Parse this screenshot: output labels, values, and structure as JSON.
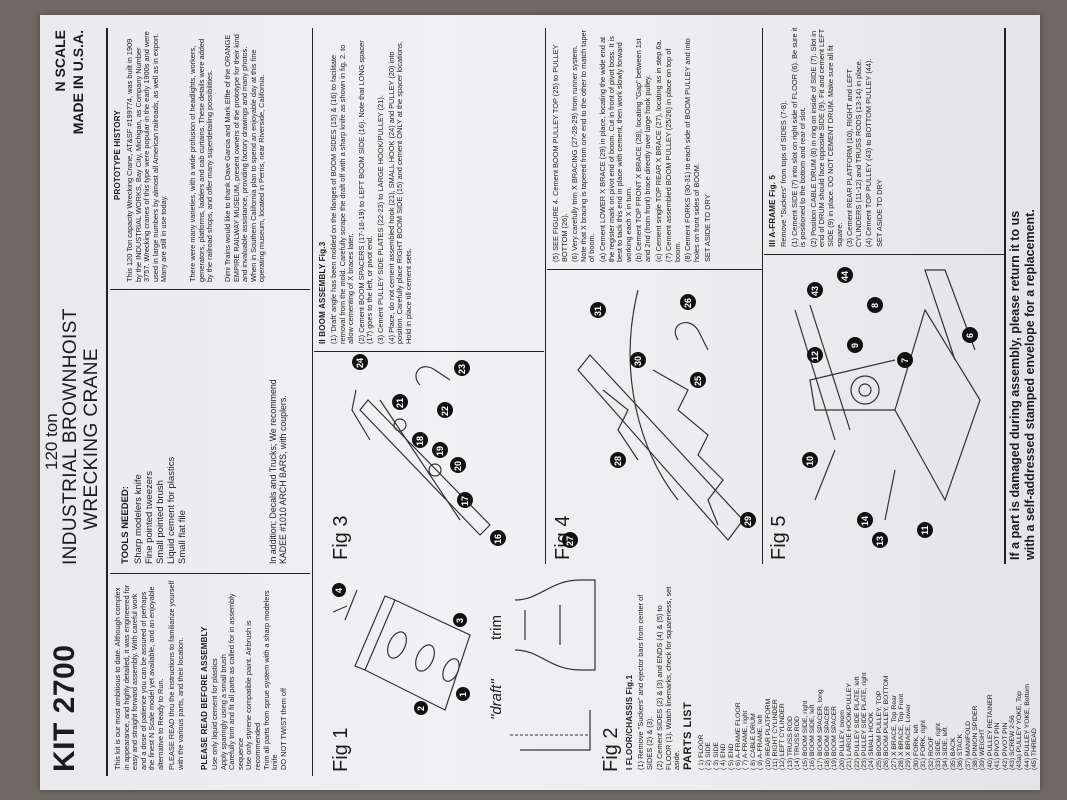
{
  "header": {
    "kit": "KIT 2700",
    "title_line1": "120 ton",
    "title_line2": "INDUSTRIAL BROWNHOIST",
    "title_line3": "WRECKING CRANE",
    "scale": "N SCALE",
    "made_in": "MADE IN U.S.A."
  },
  "intro": {
    "para": "This kit is our most ambitious to date. Although complex in appearance, and highly detailed, it was engineered for easy and straight forward assembly. With careful work and a dose of patience you can be assured of perhaps the finest N Scale model yet available, and an enjoyable alternative to Ready to Run.",
    "read": "PLEASE READ thru the instructions to familiarize yourself with the various parts, and their location.",
    "before_title": "PLEASE READ BEFORE ASSEMBLY",
    "before_lines": [
      "Use only liquid cement for plastics",
      "Apply sparingly using a small brush",
      "Carefully trim and fit all parts as called for in assembly sequence",
      "Use only styrene compatible paint. Airbrush is recommended",
      "Trim all parts from sprue system with a sharp modelers knife",
      "DO NOT TWIST them off"
    ]
  },
  "tools": {
    "title": "TOOLS NEEDED:",
    "items": [
      "Sharp modelers knife",
      "Fine pointed tweezers",
      "Small pointed brush",
      "Liquid cement for plastics",
      "Small flat file"
    ],
    "addition": "In addition; Decals and Trucks; We recommend KADEE #1010 ARCH BARS, with couplers."
  },
  "history": {
    "title": "PROTOTYPE HISTORY",
    "para1": "This 120 Ton capacity Wrecking Crane, AT&SF #199774, was built in 1909 by the INDUSTRIAL WORKS, Bay City, Michigan, as Company Number 3757. Wrecking cranes of this type were popular in the early 1900s and were used in large numbers by almost all American railroads, as well as in export. Many are still in use today.",
    "para2": "There were many varieties, with a wide profusion of headlights, workers, generators, platforms, ladders and cab curtains. These details were added by the railroad shops, and offer many superdetailing possibilities.",
    "para3": "Dimi Trains would like to thank Dave Garcia and Mark Elfte of the ORANGE EMPIRE RAILWAY MUSEUM, present owners of the prototype for their kind and invaluable assistance, providing factory drawings and many photos. When in Southern California plan to spend an enjoyable day at this fine operating museum, located in Perris, near Riverside, California."
  },
  "figures": {
    "fig1": "Fig 1",
    "fig2": "Fig 2",
    "fig3": "Fig 3",
    "fig4": "Fig 4",
    "fig5": "Fig 5",
    "draft": "\"draft\"",
    "trim": "trim"
  },
  "section1": {
    "title": "I FLOOR/CHASSIS Fig.1",
    "steps": [
      "(1)  Remove \"Suckers\" and ejector bars from center of SIDES (2) & (3).",
      "(2)  Cement SIDES (2) & (3) and ENDS (4) & (5) to FLOOR (1). Watch linemarks, check for squareness, set aside."
    ]
  },
  "section2": {
    "title": "II BOOM ASSEMBLY Fig.3",
    "steps": [
      "(1)  'Draft' angle has been molded on the flanges of BOOM SIDES (15) & (16) to facilitate removal from the mold. Carefully scrape the draft off with a sharp knife as shown in fig. 2. to allow cementing of X braces later.",
      "(2)  Cement BOOM SPACERS (17-18-19) to LEFT BOOM SIDE (16). Note that LONG spacer (17) goes to the left, or pivot end.",
      "(3)  Cement PULLEY SIDE PLATES (22-23) to LARGE HOOK/PULLEY (21).",
      "(4)  Place, do not cement assembled hook (21), SMALL HOOK (24) and PULLEY (20) into position. Carefully place RIGHT BOOM SIDE (15) and cement ONLY at the spacer locations. Hold in place till cement sets."
    ]
  },
  "section2b": {
    "steps": [
      "(5)  SEE FIGURE 4. Cement BOOM PULLEY TOP (25) to PULLEY BOTTOM (26).",
      "(6)  Very carefully trim X BRACING (27-28-29) from runner system. Note that X bracing is tapered from one end to the other to match taper of boom.",
      "(a)  Cement LOWER X BRACE (29) in place, locating the wide end at the register mark on pivot end of boom. Cut in front of pivot boss. It is best to tack this end in place with cement, then work slowly forward working each X in turn.",
      "(b)  Cement TOP FRONT X BRACE (28), locating \"Gap\" between 1st and 2nd (from front) brace directly over large hook pulley.",
      "(c)  Cement single TOP REAR X BRACE (27), locating as in step 6a.",
      "(7)  Cement assembled BOOM PULLEY (25/26) in place on top of boom.",
      "(8)  Cement FORKS (30-31) to each side of BOOM PULLEY and into holes on front sides of BOOM.",
      "SET ASIDE TO DRY"
    ]
  },
  "section3": {
    "title": "III A-FRAME Fig. 5",
    "steps": [
      "Remove \"Suckers\" from tops of SIDES (7-8).",
      "(1)  Cement SIDE (7) into slot on right side of FLOOR (6). Be sure it is positioned to the bottom and rear of slot.",
      "(2)  Position CABLE DRUM (8) in ring on inside of SIDE (7). Slot in end of DRUM should face opposite SIDE (9). Fit and cement LEFT SIDE (9) in place. DO NOT CEMENT DRUM. Make sure all fit square.",
      "(3)  Cement REAR PLATFORM (10), RIGHT and LEFT CYLINDERS (11-12) and TRUSS RODS (13-14) in place.",
      "(4)  Cement TOP PULLEY (43) to BOTTOM PULLEY (44).",
      "SET ASIDE TO DRY"
    ]
  },
  "parts": {
    "title": "PARTS LIST",
    "items": [
      "( 1)  FLOOR",
      "( 2)  SIDE",
      "( 3)  SIDE",
      "( 4)  END",
      "( 5)  END",
      "( 6)  A-FRAME FLOOR",
      "( 7)  A-FRAME, right",
      "( 8)  CABLE DRUM",
      "( 9)  A-FRAME, left",
      "(10)  REAR PLATFORM",
      "(11)  RIGHT CYLINDER",
      "(12)  LEFT CYLINDER",
      "(13)  TRUSS ROD",
      "(14)  TRUSS ROD",
      "(15)  BOOM SIDE, right",
      "(16)  BOOM SIDE, left",
      "(17)  BOOM SPACER, long",
      "(18)  BOOM SPACER",
      "(19)  BOOM SPACER",
      "(20)  PULLEY, boom",
      "(21)  LARGE HOOK/PULLEY",
      "(22)  PULLEY SIDE PLATE, left",
      "(23)  PULLEY SIDE PLATE, right",
      "(24)  SMALL HOOK",
      "(25)  BOOM PULLEY, TOP",
      "(26)  BOOM PULLEY, BOTTOM",
      "(27)  X BRACE, Top Rear",
      "(28)  X BRACE, Top Front",
      "(29)  X BRACE, Lower",
      "(30)  FORK, left",
      "(31)  FORK, right",
      "(32)  ROOF",
      "(33)  SIDE, right",
      "(34)  SIDE, left",
      "(35)  BACK",
      "(36)  STACK",
      "(37)  MANIFOLD",
      "(38)  PINION SPIDER",
      "(39)  WEIGHT",
      "(40)  PULLEY RETAINER",
      "(41)  PIVOT PIN",
      "(42)  PIVOT PIN",
      "(43)  SCREW 2-56",
      "(43a) PULLEY YOKE, Top",
      "(44)  PULLEY YOKE, Bottom",
      "(45)  THREAD"
    ]
  },
  "footer": {
    "line1": "If a part is damaged during assembly, please return it to us",
    "line2": "with a self-addressed stamped envelope for a replacement."
  },
  "callouts": {
    "c1": "1",
    "c2": "2",
    "c3": "3",
    "c4": "4",
    "c6": "6",
    "c7": "7",
    "c8": "8",
    "c9": "9",
    "c10": "10",
    "c11": "11",
    "c12": "12",
    "c13": "13",
    "c14": "14",
    "c16": "16",
    "c17": "17",
    "c18": "18",
    "c19": "19",
    "c20": "20",
    "c21": "21",
    "c22": "22",
    "c23": "23",
    "c24": "24",
    "c25": "25",
    "c26": "26",
    "c27": "27",
    "c28": "28",
    "c29": "29",
    "c30": "30",
    "c31": "31",
    "c43": "43",
    "c44": "44"
  }
}
